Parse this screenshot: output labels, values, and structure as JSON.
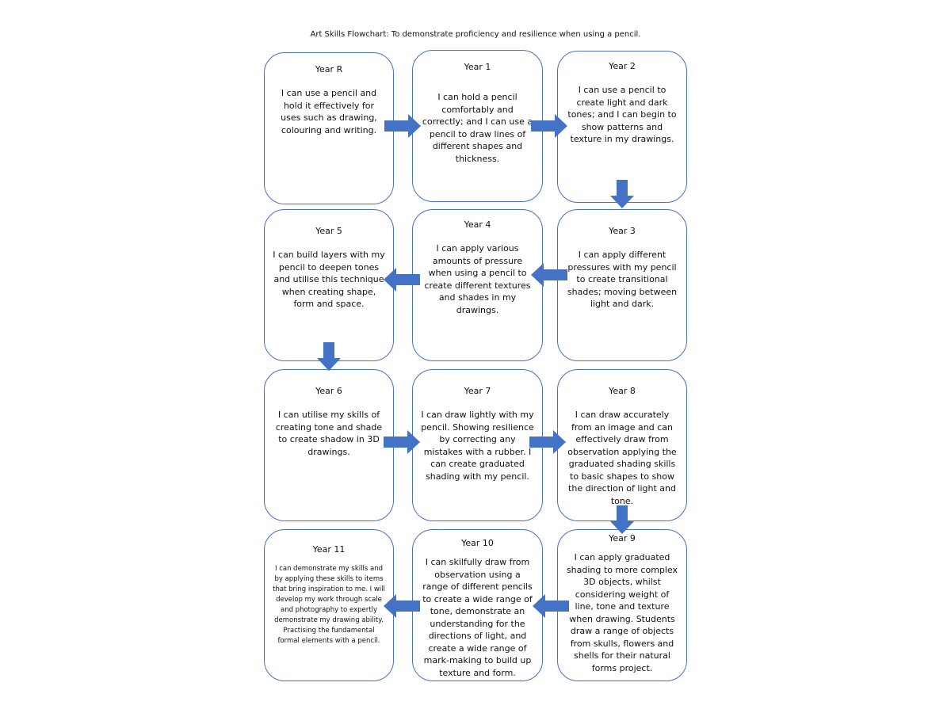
{
  "title": "Art Skills Flowchart: To demonstrate proficiency and resilience when using a pencil.",
  "colors": {
    "box_border": "#4472c4",
    "arrow_fill": "#4472c4"
  },
  "boxes": [
    {
      "year": "Year R",
      "text": "I can use a pencil and hold it effectively for uses such as drawing, colouring and writing."
    },
    {
      "year": "Year 1",
      "text": "I can hold a pencil comfortably and correctly; and I can use a pencil to draw lines of different shapes and thickness."
    },
    {
      "year": "Year 2",
      "text": "I can use a pencil to create light and dark tones; and I can begin to show patterns and texture in my drawings."
    },
    {
      "year": "Year 3",
      "text": "I can apply different pressures with my pencil to create transitional shades; moving between light and dark."
    },
    {
      "year": "Year 4",
      "text": "I can apply various amounts of pressure when using a pencil to create different textures and shades in my drawings."
    },
    {
      "year": "Year 5",
      "text": "I can build layers with my pencil to deepen tones and utilise this technique when creating shape, form and space."
    },
    {
      "year": "Year 6",
      "text": "I can utilise my skills of creating tone and shade to create shadow in 3D drawings."
    },
    {
      "year": "Year 7",
      "text": "I can draw lightly with my pencil. Showing resilience by correcting any mistakes with a rubber. I can create graduated shading with my pencil."
    },
    {
      "year": "Year 8",
      "text": "I can draw accurately from an image and can effectively draw from observation applying the graduated shading skills to basic shapes to show the direction of light and tone."
    },
    {
      "year": "Year 9",
      "text": "I can apply graduated shading to more complex 3D objects, whilst considering weight of line, tone and texture when drawing. Students draw a range of objects from skulls, flowers and shells for their natural forms project."
    },
    {
      "year": "Year 10",
      "text": "I can skilfully draw from observation using a range of different pencils to create a wide range of tone, demonstrate an understanding for the directions of light, and create a wide range of mark-making to build up texture and form."
    },
    {
      "year": "Year 11",
      "text": "I can demonstrate my skills and by applying these skills to items that bring inspiration to me. I will develop my work through scale and photography to expertly demonstrate my drawing ability. Practising the fundamental formal elements with a pencil."
    }
  ]
}
